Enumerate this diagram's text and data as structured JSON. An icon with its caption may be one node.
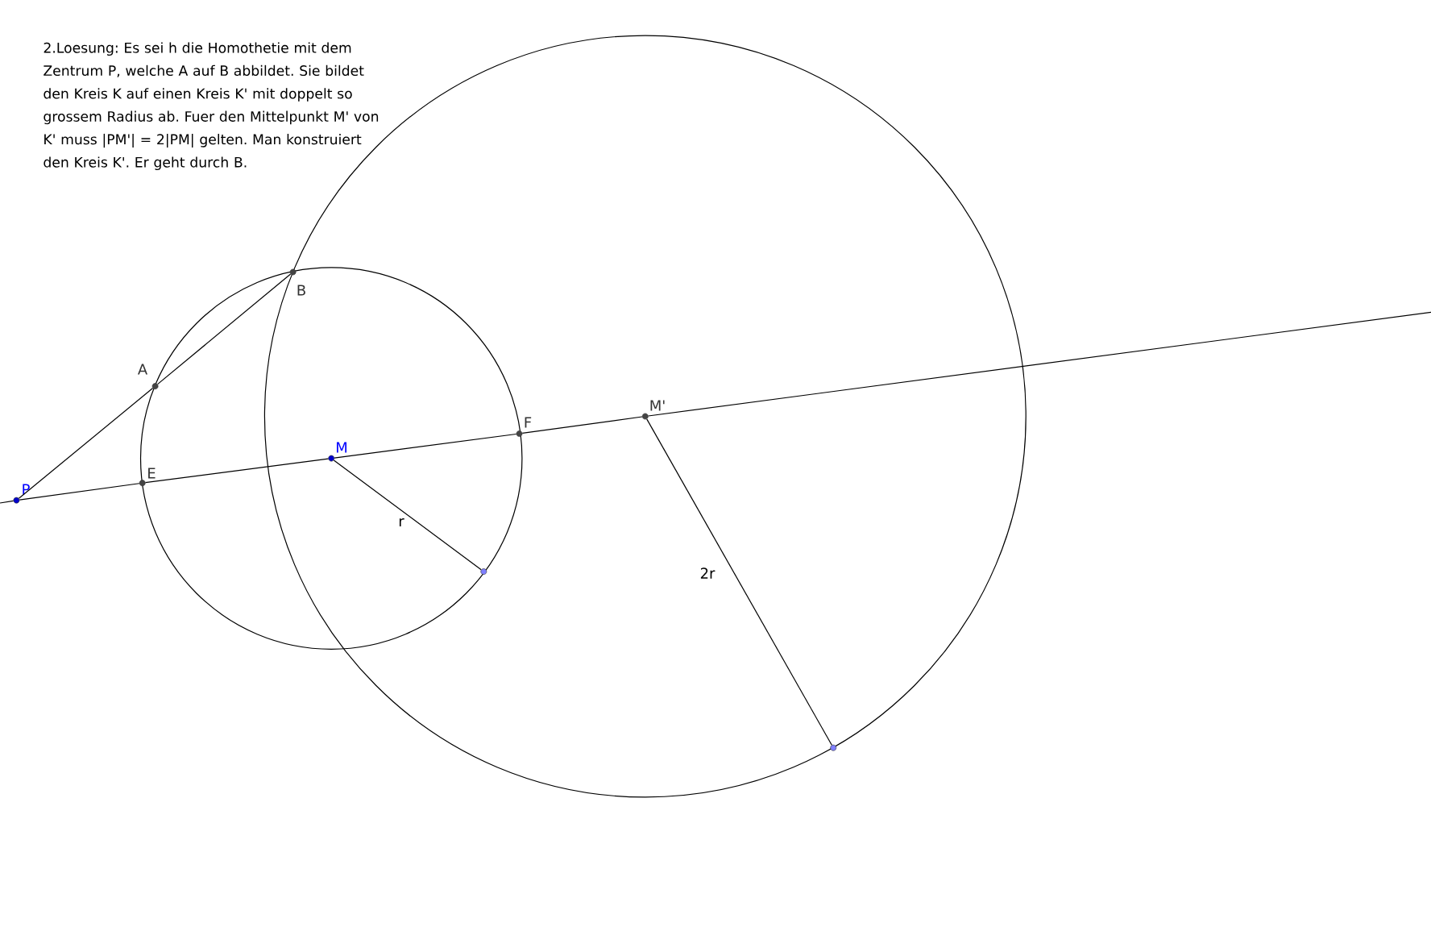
{
  "diagram": {
    "nodes": [
      {
        "text": [
          "P"
        ]
      },
      {
        "text": [
          "A"
        ]
      },
      {
        "text": [
          "B"
        ]
      },
      {
        "text": [
          "E"
        ]
      },
      {
        "text": [
          "M"
        ]
      },
      {
        "text": [
          "F"
        ]
      },
      {
        "text": [
          "M'"
        ]
      },
      {
        "text": [],
        "shape": "circle"
      },
      {
        "text": [],
        "shape": "circle"
      }
    ],
    "edges": [
      {
        "from": 0,
        "to": 1,
        "arrow": "none"
      },
      {
        "from": 1,
        "to": 2,
        "arrow": "none"
      },
      {
        "from": null,
        "to": 0,
        "arrow": "none"
      },
      {
        "from": 0,
        "to": 3,
        "arrow": "none"
      },
      {
        "from": 3,
        "to": 4,
        "arrow": "none"
      },
      {
        "from": 4,
        "to": 5,
        "arrow": "none"
      },
      {
        "from": 5,
        "to": 6,
        "arrow": "none"
      },
      {
        "from": 6,
        "to": null,
        "arrow": "none"
      },
      {
        "from": 4,
        "to": 7,
        "label": "r",
        "arrow": "none"
      },
      {
        "from": 6,
        "to": 8,
        "label": "2r",
        "arrow": "none"
      }
    ],
    "labels": [
      "2.Loesung: Es sei h die Homothetie mit dem Zentrum P, welche A auf B abbildet. Sie bildet den Kreis K auf einen Kreis K' mit doppelt so grossem Radius ab. Fuer den Mittelpunkt M' von K' muss |PM'| = 2|PM| gelten. Man konstruiert den Kreis K'. Er geht durch B."
    ]
  }
}
